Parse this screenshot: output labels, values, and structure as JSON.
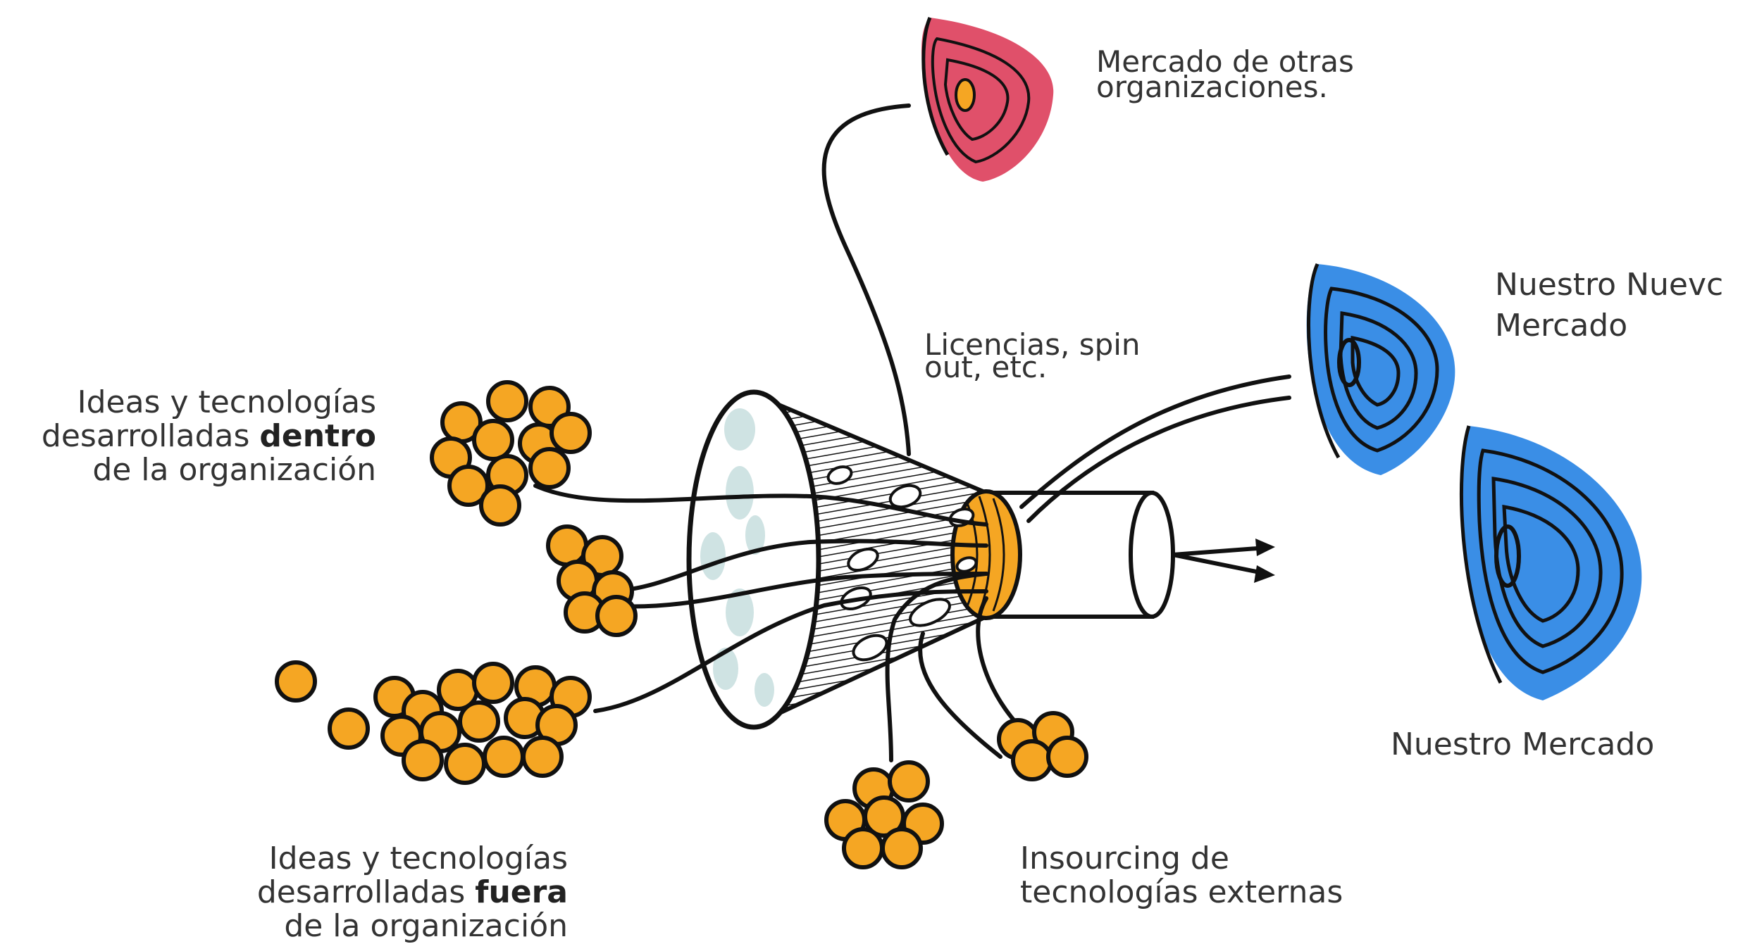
{
  "labels": {
    "otras_mercado": {
      "line1": "Mercado de otras",
      "line2": "organizaciones."
    },
    "nuevo_mercado": {
      "line1": "Nuestro Nuevc",
      "line2": "Mercado"
    },
    "licencias": {
      "line1": "Licencias, spin",
      "line2": "out, etc."
    },
    "ideas_dentro": {
      "line1": "Ideas y tecnologías",
      "line2_pre": "desarrolladas ",
      "line2_bold": "dentro",
      "line3": "de la organización"
    },
    "nuestro_mercado": "Nuestro Mercado",
    "insourcing": {
      "line1": "Insourcing de",
      "line2": "tecnologías externas"
    },
    "ideas_fuera": {
      "line1": "Ideas y tecnologías",
      "line2_pre": "desarrolladas ",
      "line2_bold": "fuera",
      "line3": "de la organización"
    }
  },
  "colors": {
    "idea_fill": "#f5a623",
    "other_market": "#e0506a",
    "our_markets": "#3a8ee6",
    "funnel_spots": "#cfe3e3",
    "stroke": "#111111"
  }
}
